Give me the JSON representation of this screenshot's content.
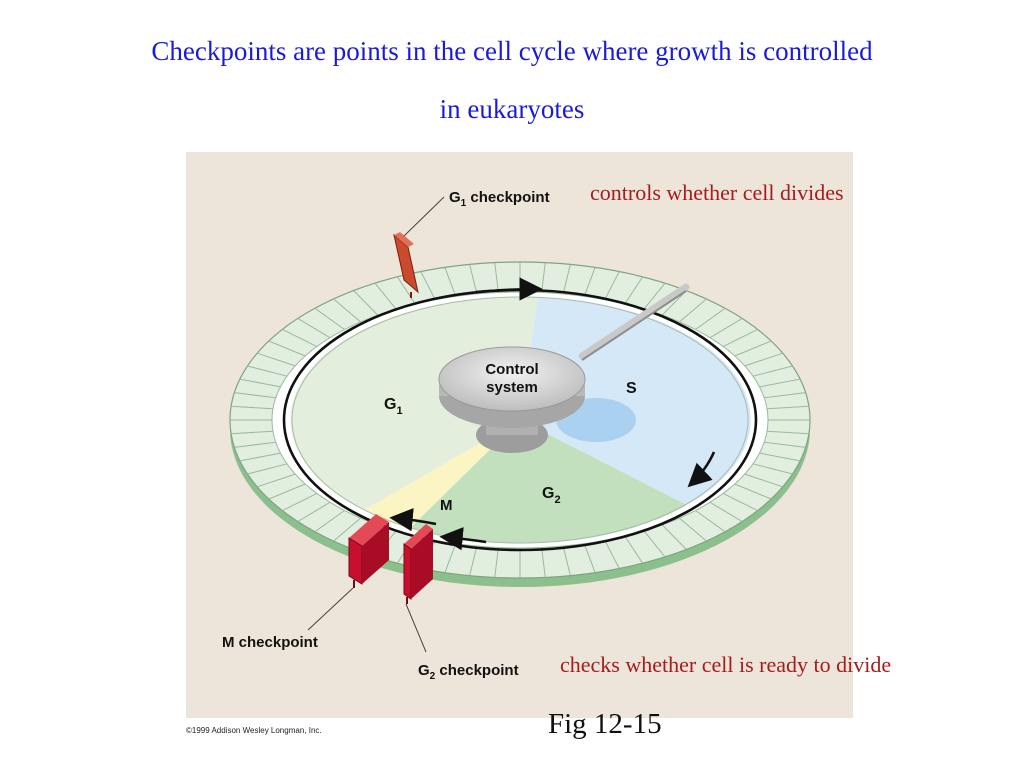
{
  "slide": {
    "title_line1": "Checkpoints are points in the cell cycle where growth is controlled",
    "title_line2": "in eukaryotes",
    "caption": "Fig 12-15",
    "copyright": "©1999 Addison Wesley Longman, Inc."
  },
  "annotations": {
    "g1_note": "controls whether cell divides",
    "g2_note": "checks whether cell is ready to divide"
  },
  "diagram": {
    "control_line1": "Control",
    "control_line2": "system",
    "phase_g1": "G",
    "phase_g1_sub": "1",
    "phase_s": "S",
    "phase_g2": "G",
    "phase_g2_sub": "2",
    "phase_m": "M",
    "g1_checkpoint_prefix": "G",
    "g1_checkpoint_sub": "1",
    "g1_checkpoint_suffix": " checkpoint",
    "m_checkpoint": "M checkpoint",
    "g2_checkpoint_prefix": "G",
    "g2_checkpoint_sub": "2",
    "g2_checkpoint_suffix": " checkpoint"
  },
  "colors": {
    "title": "#1b1bd6",
    "annotation": "#a51c1c",
    "panel_bg": "#ede5da",
    "checkpoint_gate": "#c8102e",
    "g1_sector": "#e3eedd",
    "s_sector": "#d4e8f7",
    "g2_sector": "#c3e0be",
    "m_sector": "#fbf4c3"
  }
}
